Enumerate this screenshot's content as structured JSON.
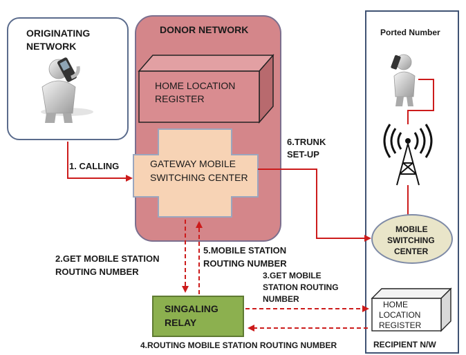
{
  "originating": {
    "title_line1": "ORIGINATING",
    "title_line2": "NETWORK"
  },
  "donor": {
    "title": "DONOR NETWORK",
    "hlr_line1": "HOME LOCATION",
    "hlr_line2": "REGISTER",
    "gmsc_line1": "GATEWAY MOBILE",
    "gmsc_line2": "SWITCHING CENTER"
  },
  "recipient": {
    "ported_number": "Ported Number",
    "msc_line1": "MOBILE",
    "msc_line2": "SWITCHING",
    "msc_line3": "CENTER",
    "hlr_line1": "HOME",
    "hlr_line2": "LOCATION",
    "hlr_line3": "REGISTER",
    "footer": "RECIPIENT N/W"
  },
  "relay": {
    "line1": "SINGALING",
    "line2": "RELAY"
  },
  "steps": {
    "s1": "1. CALLING",
    "s2_line1": "2.GET MOBILE STATION",
    "s2_line2": "ROUTING NUMBER",
    "s3_line1": "3.GET MOBILE",
    "s3_line2": "STATION ROUTING",
    "s3_line3": "NUMBER",
    "s4": "4.ROUTING MOBILE STATION ROUTING NUMBER",
    "s5_line1": "5.MOBILE STATION",
    "s5_line2": "ROUTING NUMBER",
    "s6_line1": "6.TRUNK",
    "s6_line2": "SET-UP"
  },
  "colors": {
    "arrow_red": "#cc1b1b",
    "donor_fill": "#d4868a",
    "hlr_front": "#d98c90",
    "gmsc_fill": "#f7d3b5",
    "relay_fill": "#8cb04f",
    "msc_fill": "#e9e5c9"
  },
  "icons": [
    "person-on-phone-icon",
    "person-on-phone-icon",
    "cell-tower-icon"
  ]
}
